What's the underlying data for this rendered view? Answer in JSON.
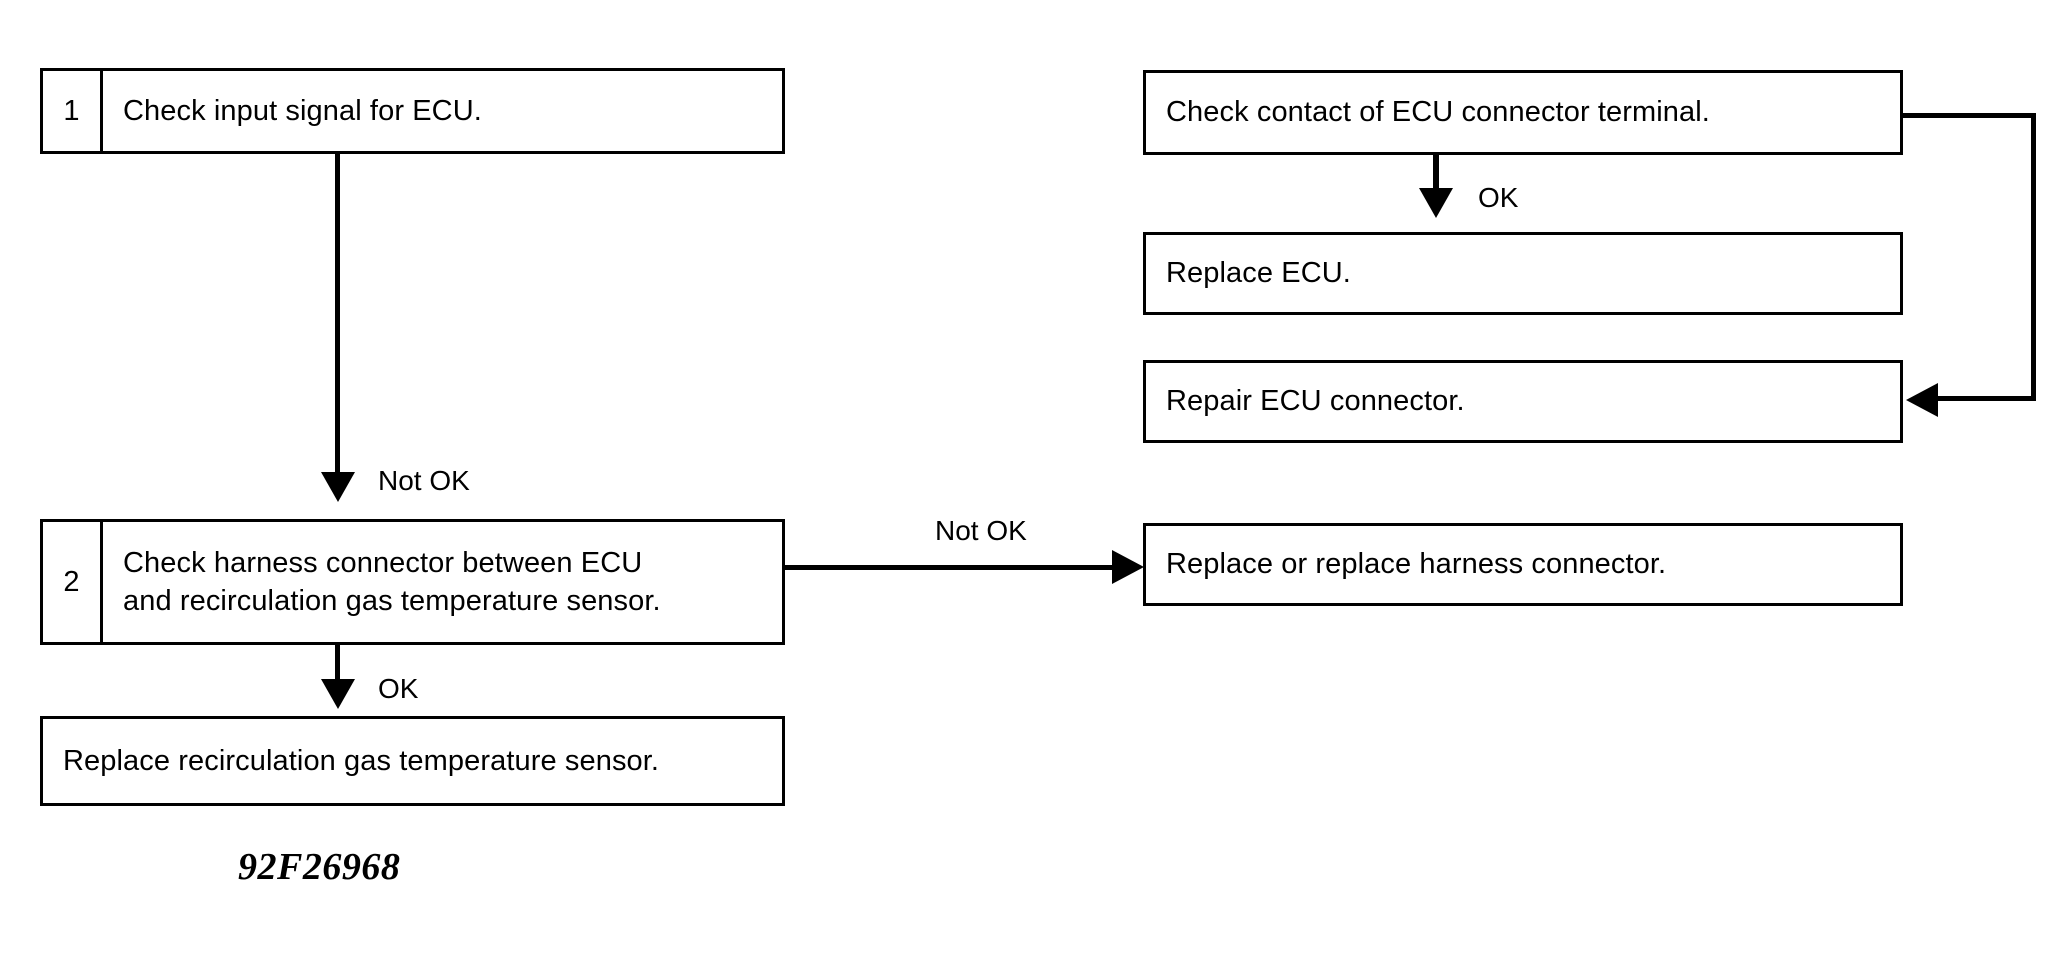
{
  "figure": {
    "caption": "92F26968",
    "type": "troubleshooting-flowchart"
  },
  "nodes": {
    "step1": {
      "number": "1",
      "text": "Check input signal for ECU."
    },
    "step2": {
      "number": "2",
      "text": "Check harness connector between ECU\nand recirculation gas temperature sensor."
    },
    "replace_sensor": {
      "text": "Replace recirculation gas temperature sensor."
    },
    "check_contact": {
      "text": "Check contact of ECU connector terminal."
    },
    "replace_ecu": {
      "text": "Replace ECU."
    },
    "repair_ecu_connector": {
      "text": "Repair ECU connector."
    },
    "replace_harness": {
      "text": "Replace or replace harness connector."
    }
  },
  "edges": {
    "step1_to_step2": {
      "label": "Not OK",
      "direction": "down"
    },
    "step2_to_replace_sensor": {
      "label": "OK",
      "direction": "down"
    },
    "step2_to_replace_harness": {
      "label": "Not OK",
      "direction": "right"
    },
    "check_contact_to_replace_ecu": {
      "label": "OK",
      "direction": "down"
    },
    "check_contact_to_repair_connector": {
      "label": "",
      "direction": "right-down-left"
    }
  },
  "colors": {
    "stroke": "#000000",
    "background": "#ffffff",
    "text": "#000000"
  }
}
